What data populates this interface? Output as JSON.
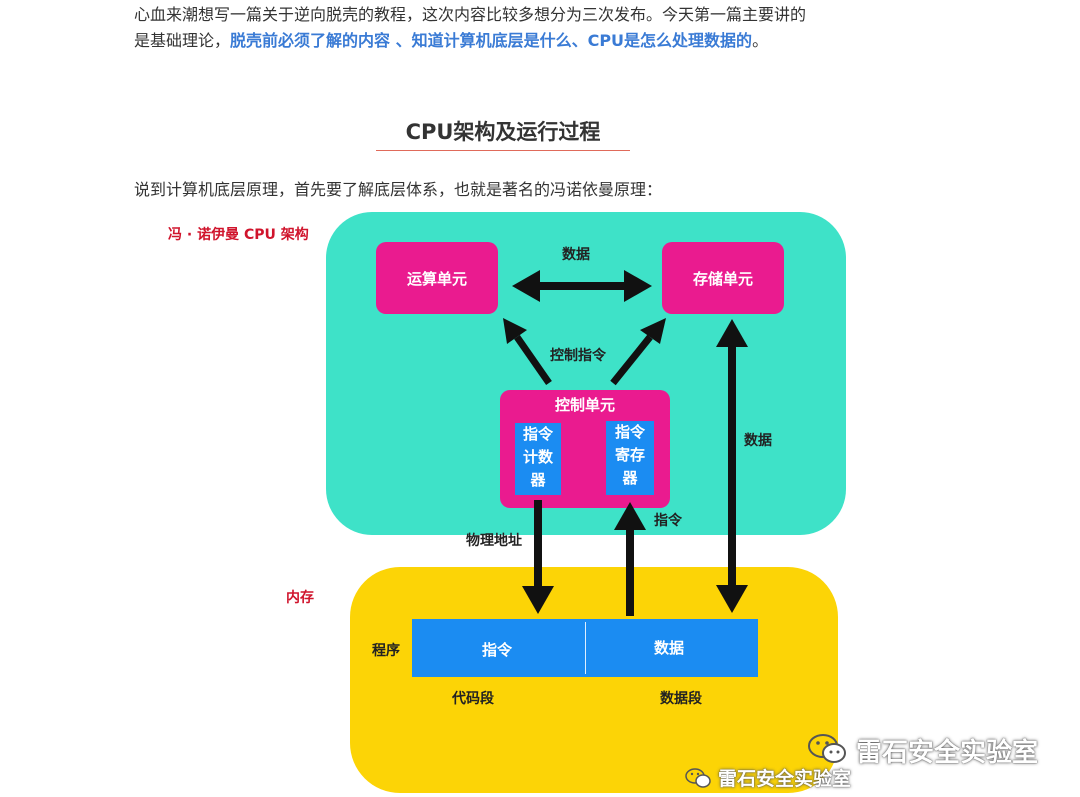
{
  "article": {
    "para1_line1": "心血来潮想写一篇关于逆向脱壳的教程，这次内容比较多想分为三次发布。今天第一篇主要讲的",
    "para1_line2_prefix": "是基础理论，",
    "para1_line2_highlight": "脱壳前必须了解的内容 、知道计算机底层是什么、CPU是怎么处理数据的",
    "para1_line2_suffix": "。",
    "section_heading": "CPU架构及运行过程",
    "para2": "说到计算机底层原理，首先要了解底层体系，也就是著名的冯诺依曼原理："
  },
  "diagram": {
    "title": "冯 · 诺伊曼 CPU 架构",
    "alu": "运算单元",
    "storage": "存储单元",
    "data_top": "数据",
    "control_instructions": "控制指令",
    "control_unit": "控制单元",
    "instruction_counter": [
      "指令",
      "计数",
      "器"
    ],
    "instruction_register": [
      "指令",
      "寄存",
      "器"
    ],
    "data_right": "数据",
    "physical_address": "物理地址",
    "instruction_label": "指令",
    "memory": "内存",
    "program": "程序",
    "mem_instruction": "指令",
    "mem_data": "数据",
    "code_segment": "代码段",
    "data_segment": "数据段"
  },
  "watermark": {
    "large": "雷石安全实验室",
    "small": "雷石安全实验室"
  },
  "colors": {
    "cpu_area": "#3ee2c8",
    "memory_area": "#fcd406",
    "unit_box": "#ea1b8f",
    "register_box": "#1b8cf2",
    "highlight_text": "#3a7bd5",
    "red_label": "#d0142c"
  }
}
